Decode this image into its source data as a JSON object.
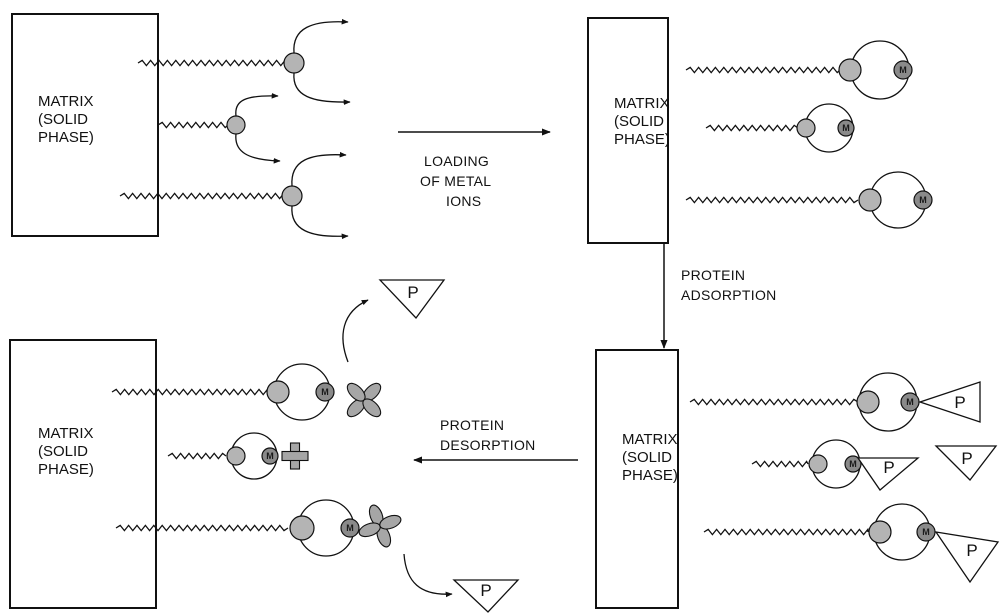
{
  "matrix": {
    "line1": "MATRIX",
    "line2": "(SOLID",
    "line3": "PHASE)"
  },
  "steps": {
    "loading": [
      "LOADING",
      "OF METAL",
      "IONS"
    ],
    "adsorption": [
      "PROTEIN",
      "ADSORPTION"
    ],
    "desorption": [
      "PROTEIN",
      "DESORPTION"
    ]
  },
  "metal_symbol": "M",
  "protein_symbol": "P",
  "colors": {
    "ink": "#111111",
    "chelator": "#b4b4b4",
    "metal": "#8a8a8a",
    "protein": "#a6a6a6"
  }
}
